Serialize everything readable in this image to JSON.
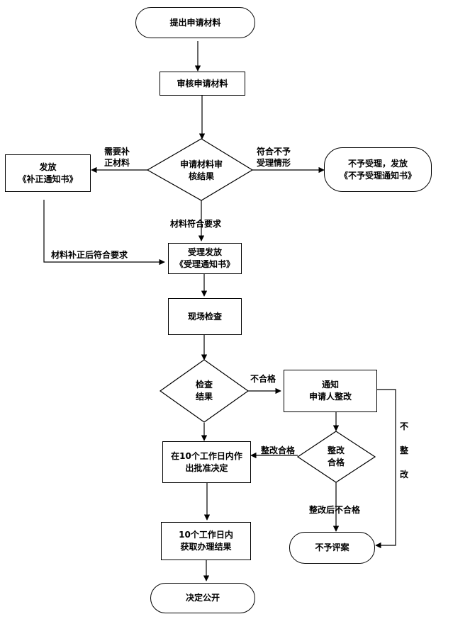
{
  "nodes": {
    "start": "提出申请材料",
    "review": "审核申请材料",
    "review_result": [
      "申请材料审",
      "核结果"
    ],
    "issue_supplement": [
      "发放",
      "《补正通知书》"
    ],
    "reject_issue": [
      "不予受理，发放",
      "《不予受理通知书》"
    ],
    "accept_issue": [
      "受理发放",
      "《受理通知书》"
    ],
    "site_check": "现场检查",
    "check_result": [
      "检查",
      "结果"
    ],
    "notify": [
      "通知",
      "申请人整改"
    ],
    "rectify_ok": [
      "整改",
      "合格"
    ],
    "decision": [
      "在10个工作日内作",
      "出批准决定"
    ],
    "get_result": [
      "10个工作日内",
      "获取办理结果"
    ],
    "no_eval": "不予评案",
    "publish": "决定公开"
  },
  "labels": {
    "need_supplement": [
      "需要补",
      "正材料"
    ],
    "not_accept": [
      "符合不予",
      "受理情形"
    ],
    "meets_req": "材料符合要求",
    "after_supplement": "材料补正后符合要求",
    "fail": "不合格",
    "rectified_ok": "整改合格",
    "after_fail": "整改后不合格",
    "no_rectify": [
      "不",
      "整",
      "改"
    ]
  }
}
